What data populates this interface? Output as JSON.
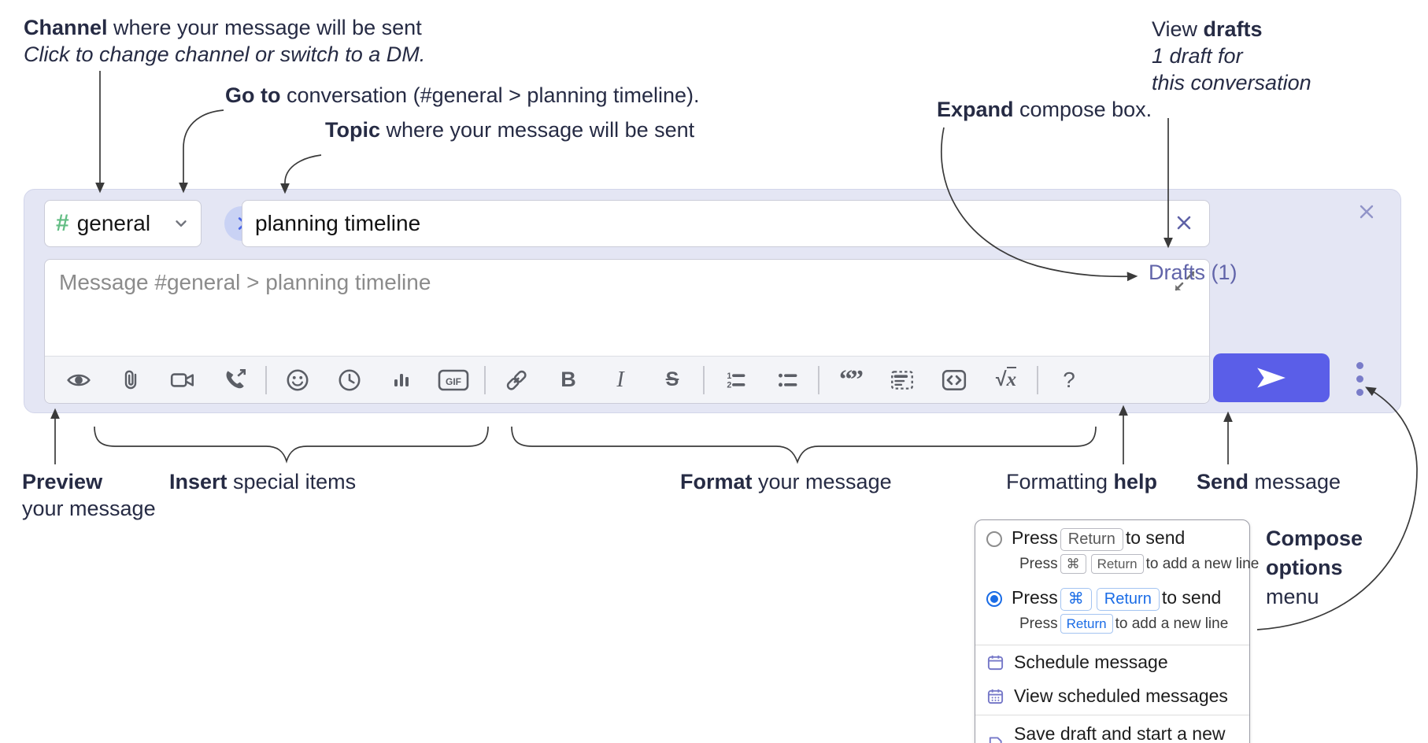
{
  "annotations": {
    "channel": {
      "bold": "Channel",
      "rest": " where your message will be sent",
      "italic": "Click to change channel or switch to a DM."
    },
    "goto": {
      "bold": "Go to",
      "rest": " conversation (#general > planning timeline)."
    },
    "topic": {
      "bold": "Topic",
      "rest": " where your message will be sent"
    },
    "expand": {
      "bold": "Expand",
      "rest": " compose box."
    },
    "view_drafts": {
      "normal": "View ",
      "bold": "drafts",
      "italic_line1": "1 draft for",
      "italic_line2": "this conversation"
    },
    "preview": {
      "bold": "Preview",
      "rest": "your message"
    },
    "insert": {
      "bold": "Insert",
      "rest": " special items"
    },
    "format": {
      "bold": "Format",
      "rest": " your message"
    },
    "formatting_help": {
      "normal": "Formatting ",
      "bold": "help"
    },
    "send": {
      "bold": "Send",
      "rest": " message"
    },
    "compose_options": {
      "bold_line1": "Compose",
      "bold_line2": "options",
      "normal_line3": "menu"
    }
  },
  "compose": {
    "channel_selector": {
      "hash": "#",
      "label": "general"
    },
    "topic_input": {
      "value": "planning timeline"
    },
    "message_input": {
      "placeholder": "Message #general > planning timeline"
    },
    "drafts_link": "Drafts (1)",
    "toolbar": {
      "bold": "B",
      "italic": "I",
      "strike": "S",
      "gif": "GIF",
      "quote": "“”",
      "math_root": "√",
      "math_x": "x",
      "help": "?"
    },
    "icons": [
      "preview-eye",
      "attach-paperclip",
      "video-call",
      "voice-call",
      "emoji",
      "add-global-time",
      "poll",
      "gif",
      "link",
      "bold",
      "italic",
      "strikethrough",
      "numbered-list",
      "bulleted-list",
      "quote",
      "spoiler",
      "code",
      "math",
      "message-formatting-help"
    ]
  },
  "menu": {
    "option1": {
      "prefix": "Press",
      "key": "Return",
      "suffix": "to send",
      "sub_prefix": "Press",
      "sub_key1": "⌘",
      "sub_key2": "Return",
      "sub_suffix": "to add a new line"
    },
    "option2": {
      "prefix": "Press",
      "key1": "⌘",
      "key2": "Return",
      "suffix": "to send",
      "sub_prefix": "Press",
      "sub_key": "Return",
      "sub_suffix": "to add a new line"
    },
    "items": [
      {
        "label": "Schedule message"
      },
      {
        "label": "View scheduled messages"
      },
      {
        "label": "Save draft and start a new message"
      }
    ]
  },
  "colors": {
    "compose_bg": "#e4e6f4",
    "send_button": "#5a5ee8",
    "drafts_link": "#6164a9",
    "channel_hash_green": "#63bd84",
    "go_button_bg": "#c9d2f4",
    "go_chevron_blue": "#4a66e8",
    "menu_accent_blue": "#1a6ce6",
    "menu_icon_purple": "#7678c8",
    "annotation_text": "#262b44"
  }
}
